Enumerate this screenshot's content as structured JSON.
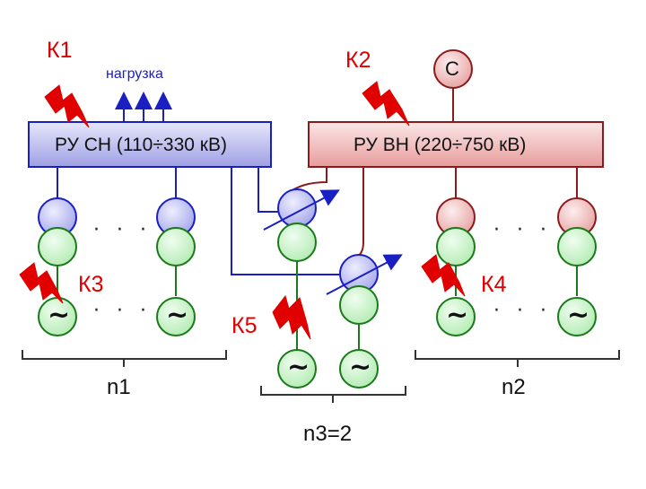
{
  "faults": {
    "k1": "К1",
    "k2": "К2",
    "k3": "К3",
    "k4": "К4",
    "k5": "К5"
  },
  "load_label": "нагрузка",
  "system_label": "С",
  "busbars": {
    "mv": "РУ СН (110÷330 кВ)",
    "hv": "РУ ВН (220÷750 кВ)"
  },
  "groups": {
    "n1": "n1",
    "n2": "n2",
    "n3": "n3=2"
  },
  "dots": "· · ·",
  "generator_symbol": "~",
  "colors": {
    "mv_busbar": "#c9caf2",
    "hv_busbar": "#f6c9c9",
    "blue_winding": "#c7c8f2",
    "red_winding": "#f3c6c6",
    "green_winding": "#c8f2c8",
    "fault": "#e00000",
    "blue_line": "#1a1fc2",
    "red_line": "#8b1a1a",
    "green_line": "#1a7a1a"
  }
}
